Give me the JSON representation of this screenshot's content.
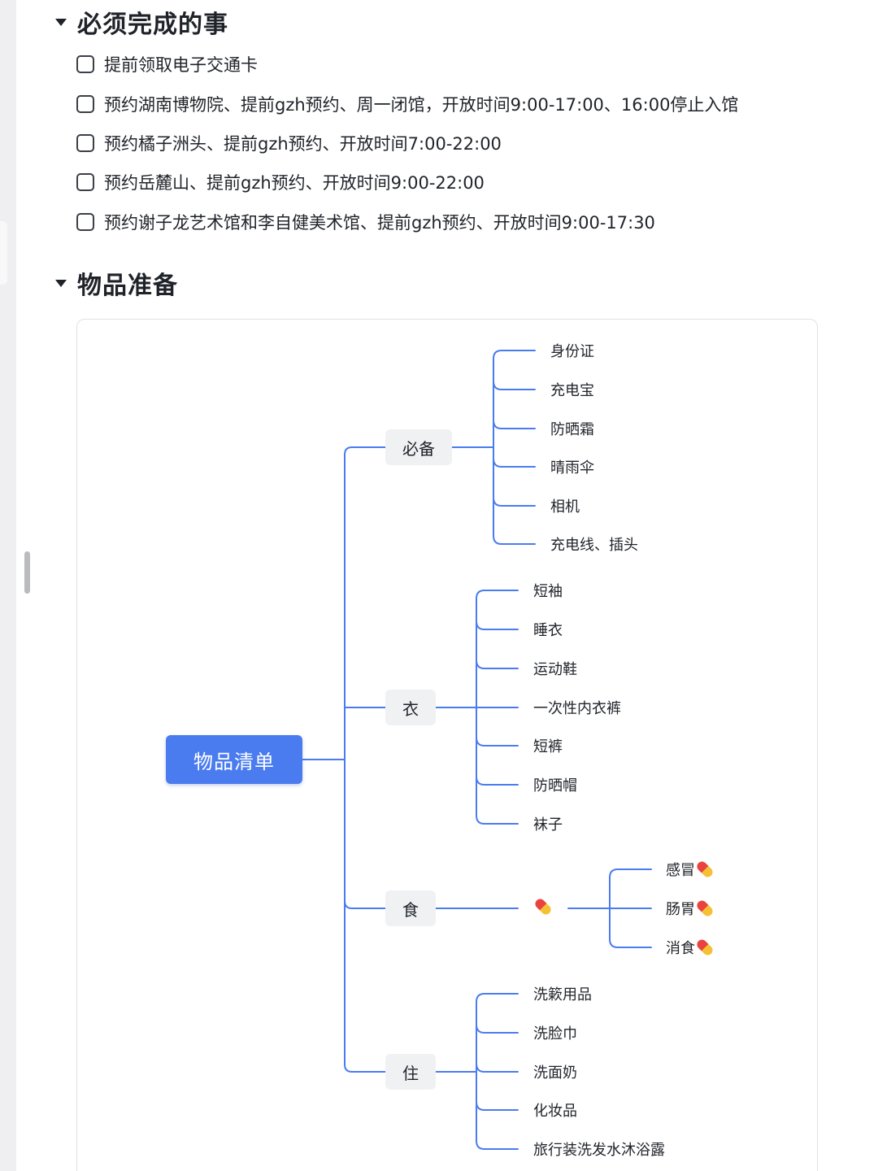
{
  "sections": {
    "tasks": {
      "title": "必须完成的事",
      "items": [
        "提前领取电子交通卡",
        "预约湖南博物院、提前gzh预约、周一闭馆，开放时间9:00-17:00、16:00停止入馆",
        "预约橘子洲头、提前gzh预约、开放时间7:00-22:00",
        "预约岳麓山、提前gzh预约、开放时间9:00-22:00",
        "预约谢子龙艺术馆和李自健美术馆、提前gzh预约、开放时间9:00-17:30"
      ]
    },
    "packing": {
      "title": "物品准备"
    }
  },
  "mindmap": {
    "root": "物品清单",
    "line_color": "#4a7cf0",
    "categories": [
      {
        "label": "必备",
        "items": [
          "身份证",
          "充电宝",
          "防晒霜",
          "晴雨伞",
          "相机",
          "充电线、插头"
        ]
      },
      {
        "label": "衣",
        "items": [
          "短袖",
          "睡衣",
          "运动鞋",
          "一次性内衣裤",
          "短裤",
          "防晒帽",
          "袜子"
        ]
      },
      {
        "label": "食",
        "sub_icon": "pill-icon",
        "items": [
          "感冒",
          "肠胃",
          "消食"
        ]
      },
      {
        "label": "住",
        "items": [
          "洗簌用品",
          "洗脸巾",
          "洗面奶",
          "化妆品",
          "旅行装洗发水沐浴露"
        ]
      }
    ]
  }
}
